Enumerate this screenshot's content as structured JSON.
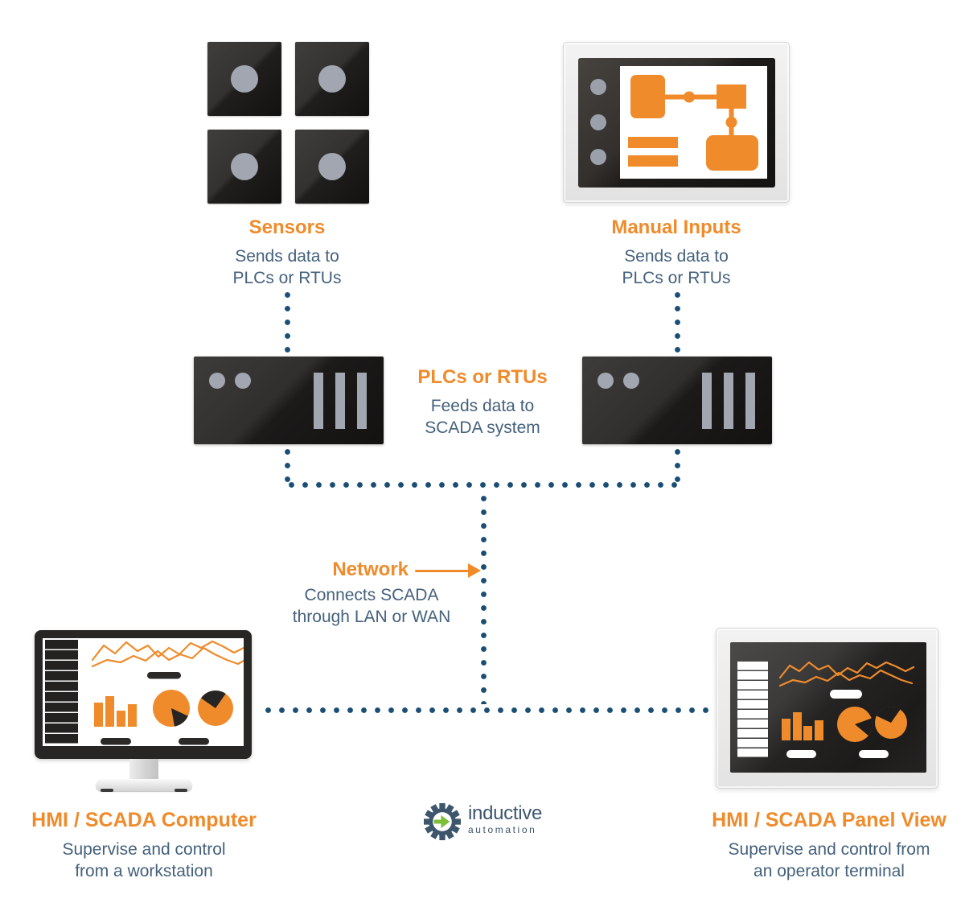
{
  "palette": {
    "orange": "#EF8B2B",
    "slate": "#44617C",
    "dot": "#1A4E74",
    "logo": "#3D566C",
    "green": "#7DBE3B"
  },
  "nodes": {
    "sensors": {
      "title": "Sensors",
      "desc": [
        "Sends data to",
        "PLCs or RTUs"
      ]
    },
    "manual_inputs": {
      "title": "Manual Inputs",
      "desc": [
        "Sends data to",
        "PLCs or RTUs"
      ]
    },
    "plcs": {
      "title": "PLCs or RTUs",
      "desc": [
        "Feeds data to",
        "SCADA system"
      ]
    },
    "network": {
      "title": "Network",
      "desc": [
        "Connects SCADA",
        "through LAN or WAN"
      ]
    },
    "hmi_computer": {
      "title": "HMI / SCADA Computer",
      "desc": [
        "Supervise and control",
        "from a workstation"
      ]
    },
    "hmi_panel": {
      "title": "HMI / SCADA Panel View",
      "desc": [
        "Supervise and control from",
        "an operator terminal"
      ]
    }
  },
  "logo": {
    "brand": "inductive",
    "sub": "automation"
  },
  "icons": [
    "sensor-icon",
    "touch-panel-icon",
    "plc-device-icon",
    "monitor-icon",
    "panel-view-icon",
    "gear-logo-icon",
    "network-arrow-icon",
    "dotted-connector"
  ]
}
